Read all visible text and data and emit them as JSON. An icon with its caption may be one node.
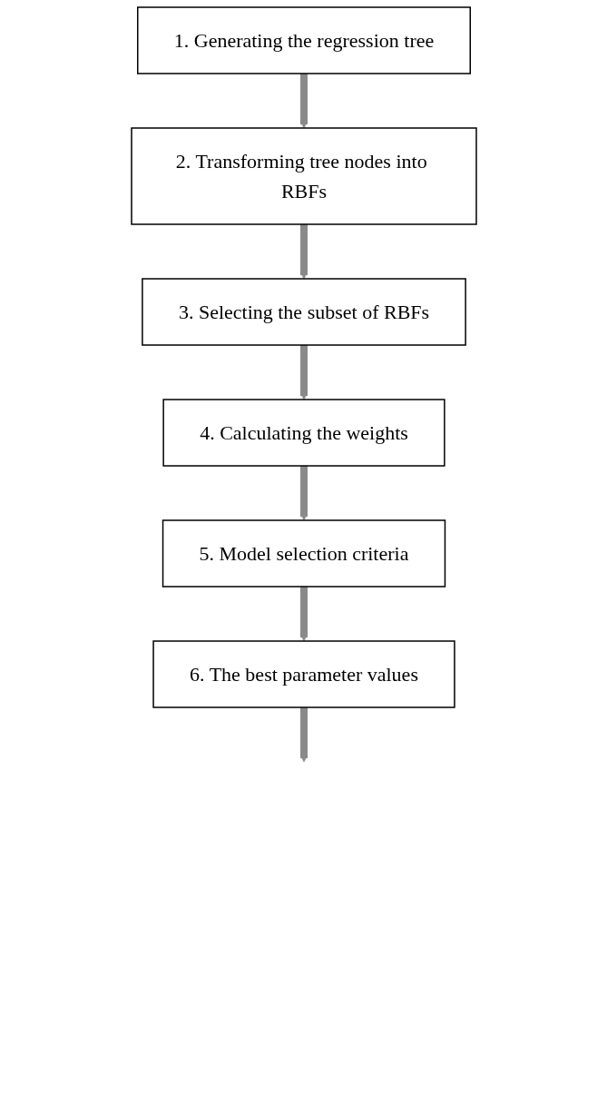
{
  "diagram": {
    "nodes": [
      {
        "text": [
          "1. Generating the regression tree"
        ]
      },
      {
        "text": [
          "2. Transforming tree nodes into RBFs"
        ]
      },
      {
        "text": [
          "3. Selecting the subset of RBFs"
        ]
      },
      {
        "text": [
          "4. Calculating the weights"
        ]
      },
      {
        "text": [
          "5. Model selection criteria"
        ]
      },
      {
        "text": [
          "6. The best parameter values"
        ]
      }
    ],
    "edges": [
      {
        "from": 0,
        "to": 1,
        "arrow": "to"
      },
      {
        "from": 1,
        "to": 2,
        "arrow": "to"
      },
      {
        "from": 2,
        "to": 3,
        "arrow": "to"
      },
      {
        "from": 3,
        "to": 4,
        "arrow": "to"
      },
      {
        "from": 4,
        "to": 5,
        "arrow": "to"
      },
      {
        "from": 5,
        "to": null,
        "arrow": "to"
      }
    ]
  }
}
